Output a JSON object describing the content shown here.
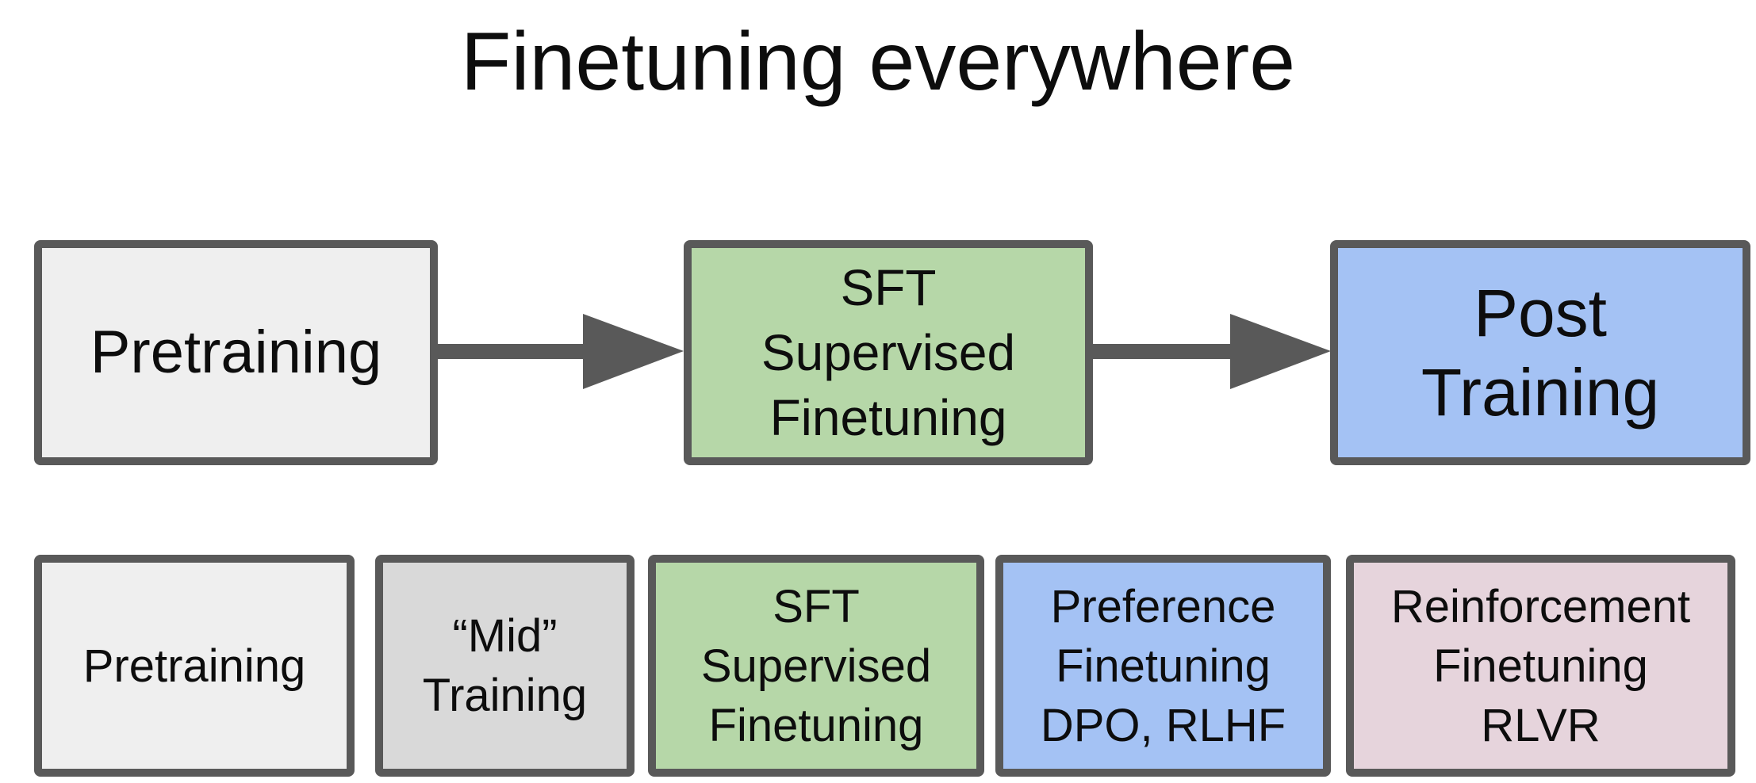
{
  "title": "Finetuning everywhere",
  "colors": {
    "background": "#ffffff",
    "text": "#0d0d0d",
    "border": "#595959",
    "arrow": "#595959",
    "light_gray_fill": "#efefef",
    "gray_fill": "#d9d9d9",
    "green_fill": "#b6d7a8",
    "blue_fill": "#a4c2f4",
    "pink_fill": "#e6d4dc"
  },
  "flow_row": {
    "boxes": [
      {
        "name": "pretraining",
        "lines": [
          "Pretraining"
        ],
        "fill": "#efefef"
      },
      {
        "name": "sft",
        "lines": [
          "SFT",
          "Supervised",
          "Finetuning"
        ],
        "fill": "#b6d7a8"
      },
      {
        "name": "post-training",
        "lines": [
          "Post",
          "Training"
        ],
        "fill": "#a4c2f4"
      }
    ]
  },
  "stage_row": {
    "boxes": [
      {
        "name": "pretraining",
        "lines": [
          "Pretraining"
        ],
        "fill": "#efefef"
      },
      {
        "name": "mid-training",
        "lines": [
          "“Mid”",
          "Training"
        ],
        "fill": "#d9d9d9"
      },
      {
        "name": "sft",
        "lines": [
          "SFT",
          "Supervised",
          "Finetuning"
        ],
        "fill": "#b6d7a8"
      },
      {
        "name": "preference-finetuning",
        "lines": [
          "Preference",
          "Finetuning",
          "DPO, RLHF"
        ],
        "fill": "#a4c2f4"
      },
      {
        "name": "reinforcement-finetuning",
        "lines": [
          "Reinforcement",
          "Finetuning",
          "RLVR"
        ],
        "fill": "#e6d4dc"
      }
    ]
  }
}
